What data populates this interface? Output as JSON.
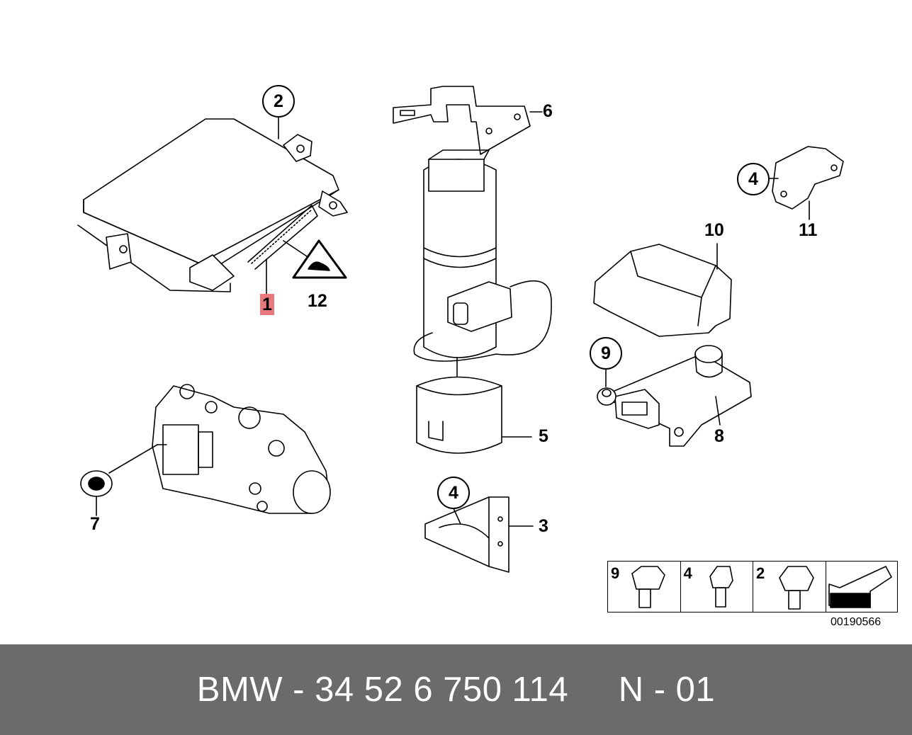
{
  "diagram": {
    "callouts": [
      {
        "id": "part-1",
        "text": "1"
      },
      {
        "id": "part-2",
        "text": "2"
      },
      {
        "id": "part-3",
        "text": "3"
      },
      {
        "id": "part-4a",
        "text": "4"
      },
      {
        "id": "part-4b",
        "text": "4"
      },
      {
        "id": "part-5",
        "text": "5"
      },
      {
        "id": "part-6",
        "text": "6"
      },
      {
        "id": "part-7",
        "text": "7"
      },
      {
        "id": "part-8",
        "text": "8"
      },
      {
        "id": "part-9",
        "text": "9"
      },
      {
        "id": "part-10",
        "text": "10"
      },
      {
        "id": "part-11",
        "text": "11"
      },
      {
        "id": "part-12",
        "text": "12"
      }
    ],
    "legend": [
      "9",
      "4",
      "2"
    ],
    "doc_number": "00190566",
    "highlight_color": "#e8797c"
  },
  "footer": {
    "text": "BMW - 34 52 6 750 114     N - 01",
    "background": "#6b6b6b"
  }
}
